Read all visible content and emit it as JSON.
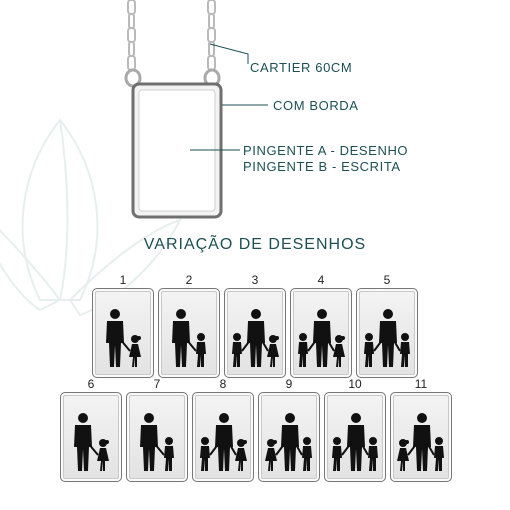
{
  "annotations": {
    "chain": "CARTIER 60CM",
    "border": "COM BORDA",
    "pendant_a": "PINGENTE A - DESENHO",
    "pendant_b": "PINGENTE B - ESCRITA"
  },
  "variations": {
    "title": "VARIAÇÃO DE DESENHOS",
    "items": [
      {
        "number": "1",
        "figures": [
          "man",
          "girl"
        ]
      },
      {
        "number": "2",
        "figures": [
          "man",
          "boy"
        ]
      },
      {
        "number": "3",
        "figures": [
          "boy",
          "man",
          "girl"
        ]
      },
      {
        "number": "4",
        "figures": [
          "boy",
          "man",
          "girl"
        ]
      },
      {
        "number": "5",
        "figures": [
          "boy",
          "man",
          "boy"
        ]
      },
      {
        "number": "6",
        "figures": [
          "man",
          "girl"
        ]
      },
      {
        "number": "7",
        "figures": [
          "man",
          "boy"
        ]
      },
      {
        "number": "8",
        "figures": [
          "boy",
          "man",
          "girl"
        ]
      },
      {
        "number": "9",
        "figures": [
          "girl",
          "man",
          "boy"
        ]
      },
      {
        "number": "10",
        "figures": [
          "boy",
          "man",
          "boy"
        ]
      },
      {
        "number": "11",
        "figures": [
          "girl",
          "man",
          "boy"
        ]
      }
    ]
  },
  "colors": {
    "accent_text": "#1d4f55",
    "silhouette": "#111111",
    "watermark": "#e7efee"
  }
}
